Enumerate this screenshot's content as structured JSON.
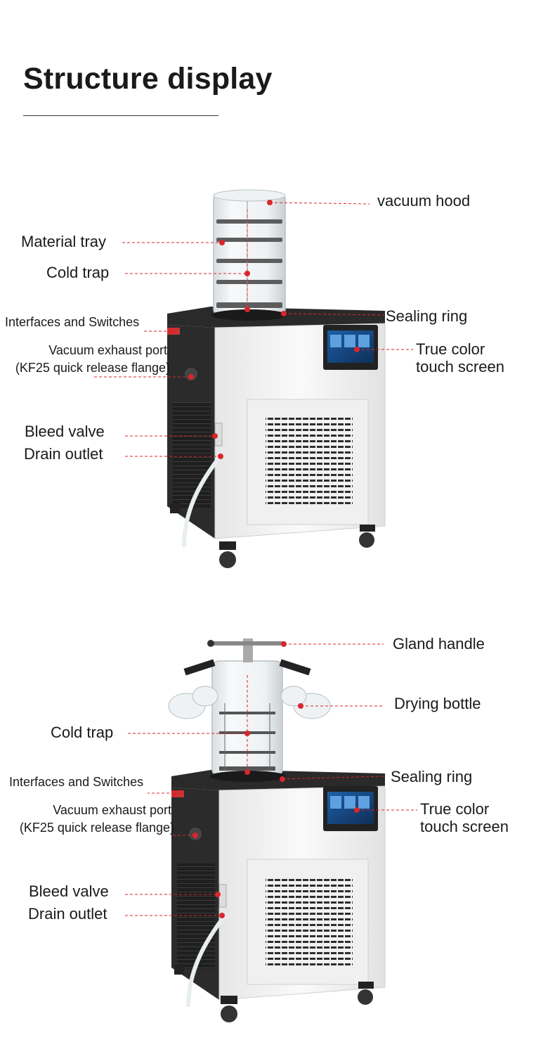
{
  "title": "Structure display",
  "figure1": {
    "labels": {
      "vacuum_hood": "vacuum hood",
      "material_tray": "Material tray",
      "cold_trap": "Cold trap",
      "interfaces_switches": "Interfaces and Switches",
      "sealing_ring": "Sealing ring",
      "vacuum_exhaust_1": "Vacuum exhaust port",
      "vacuum_exhaust_2": "(KF25 quick release flange)",
      "touch_screen_1": "True color",
      "touch_screen_2": "touch screen",
      "bleed_valve": "Bleed valve",
      "drain_outlet": "Drain outlet"
    }
  },
  "figure2": {
    "labels": {
      "gland_handle": "Gland handle",
      "drying_bottle": "Drying bottle",
      "cold_trap": "Cold trap",
      "sealing_ring": "Sealing ring",
      "interfaces_switches": "Interfaces and Switches",
      "vacuum_exhaust_1": "Vacuum exhaust port",
      "vacuum_exhaust_2": "(KF25 quick release flange)",
      "touch_screen_1": "True color",
      "touch_screen_2": "touch screen",
      "bleed_valve": "Bleed valve",
      "drain_outlet": "Drain outlet"
    }
  },
  "colors": {
    "marker": "#d9262c",
    "leader": "#d9262c",
    "machine_body": "#f4f4f4",
    "panel_dark": "#2a2a2a"
  }
}
